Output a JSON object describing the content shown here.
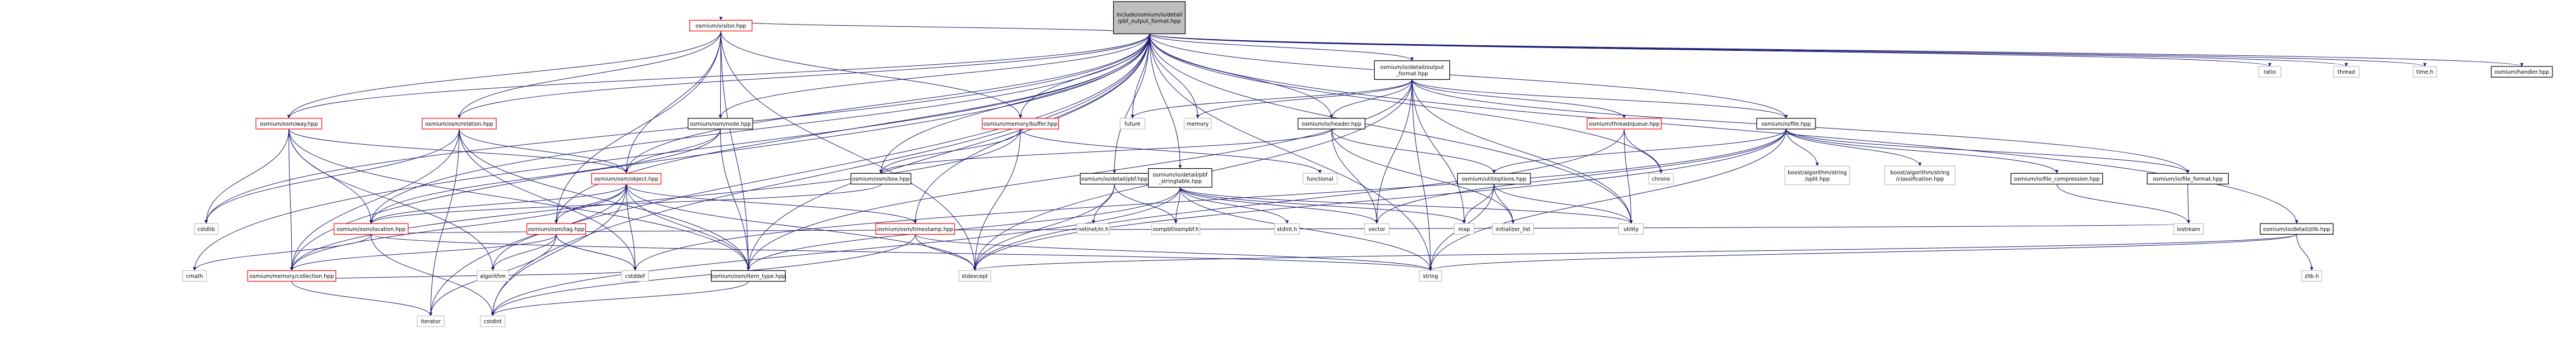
{
  "colors": {
    "edge": "#191970",
    "normal_border": "#000000",
    "incomplete_border": "#ff0000",
    "external_border": "#bfbfbf",
    "root_fill": "#bfbfbf",
    "text": "#000000"
  },
  "nodes": [
    {
      "id": "root",
      "label": [
        "include/osmium/io/detail",
        "/pbf_output_format.hpp"
      ],
      "kind": "root"
    },
    {
      "id": "visitor",
      "label": [
        "osmium/visitor.hpp"
      ],
      "kind": "incomplete"
    },
    {
      "id": "opl",
      "label": [
        "osmium/io/detail/output",
        "_format.hpp"
      ],
      "kind": "normal"
    },
    {
      "id": "ratio",
      "label": [
        "ratio"
      ],
      "kind": "external"
    },
    {
      "id": "thread",
      "label": [
        "thread"
      ],
      "kind": "external"
    },
    {
      "id": "timeh",
      "label": [
        "time.h"
      ],
      "kind": "external"
    },
    {
      "id": "handler",
      "label": [
        "osmium/handler.hpp"
      ],
      "kind": "normal"
    },
    {
      "id": "way",
      "label": [
        "osmium/osm/way.hpp"
      ],
      "kind": "incomplete"
    },
    {
      "id": "relation",
      "label": [
        "osmium/osm/relation.hpp"
      ],
      "kind": "incomplete"
    },
    {
      "id": "nodehpp",
      "label": [
        "osmium/osm/node.hpp"
      ],
      "kind": "normal"
    },
    {
      "id": "buffer",
      "label": [
        "osmium/memory/buffer.hpp"
      ],
      "kind": "incomplete"
    },
    {
      "id": "future",
      "label": [
        "future"
      ],
      "kind": "external"
    },
    {
      "id": "memory",
      "label": [
        "memory"
      ],
      "kind": "external"
    },
    {
      "id": "header",
      "label": [
        "osmium/io/header.hpp"
      ],
      "kind": "normal"
    },
    {
      "id": "queue",
      "label": [
        "osmium/thread/queue.hpp"
      ],
      "kind": "incomplete"
    },
    {
      "id": "filehpp",
      "label": [
        "osmium/io/file.hpp"
      ],
      "kind": "normal"
    },
    {
      "id": "object",
      "label": [
        "osmium/osm/object.hpp"
      ],
      "kind": "incomplete"
    },
    {
      "id": "box",
      "label": [
        "osmium/osm/box.hpp"
      ],
      "kind": "normal"
    },
    {
      "id": "pbfhpp",
      "label": [
        "osmium/io/detail/pbf.hpp"
      ],
      "kind": "normal"
    },
    {
      "id": "stringtable",
      "label": [
        "osmium/io/detail/pbf",
        "_stringtable.hpp"
      ],
      "kind": "normal"
    },
    {
      "id": "functional",
      "label": [
        "functional"
      ],
      "kind": "external"
    },
    {
      "id": "options",
      "label": [
        "osmium/util/options.hpp"
      ],
      "kind": "normal"
    },
    {
      "id": "chrono",
      "label": [
        "chrono"
      ],
      "kind": "external"
    },
    {
      "id": "splithpp",
      "label": [
        "boost/algorithm/string",
        "/split.hpp"
      ],
      "kind": "external"
    },
    {
      "id": "classification",
      "label": [
        "boost/algorithm/string",
        "/classification.hpp"
      ],
      "kind": "external"
    },
    {
      "id": "compression",
      "label": [
        "osmium/io/file_compression.hpp"
      ],
      "kind": "normal"
    },
    {
      "id": "fileformat",
      "label": [
        "osmium/io/file_format.hpp"
      ],
      "kind": "normal"
    },
    {
      "id": "location",
      "label": [
        "osmium/osm/location.hpp"
      ],
      "kind": "incomplete"
    },
    {
      "id": "taghpp",
      "label": [
        "osmium/osm/tag.hpp"
      ],
      "kind": "incomplete"
    },
    {
      "id": "timestamp",
      "label": [
        "osmium/osm/timestamp.hpp"
      ],
      "kind": "incomplete"
    },
    {
      "id": "netinet",
      "label": [
        "netinet/in.h"
      ],
      "kind": "external"
    },
    {
      "id": "osmpbf",
      "label": [
        "osmpbf/osmpbf.h"
      ],
      "kind": "external"
    },
    {
      "id": "stdint",
      "label": [
        "stdint.h"
      ],
      "kind": "external"
    },
    {
      "id": "vector",
      "label": [
        "vector"
      ],
      "kind": "external"
    },
    {
      "id": "map",
      "label": [
        "map"
      ],
      "kind": "external"
    },
    {
      "id": "initializer",
      "label": [
        "initializer_list"
      ],
      "kind": "external"
    },
    {
      "id": "utility",
      "label": [
        "utility"
      ],
      "kind": "external"
    },
    {
      "id": "iostream",
      "label": [
        "iostream"
      ],
      "kind": "external"
    },
    {
      "id": "zlib",
      "label": [
        "osmium/io/detail/zlib.hpp"
      ],
      "kind": "normal"
    },
    {
      "id": "cstdlib",
      "label": [
        "cstdlib"
      ],
      "kind": "external"
    },
    {
      "id": "collection",
      "label": [
        "osmium/memory/collection.hpp"
      ],
      "kind": "incomplete"
    },
    {
      "id": "algorithm",
      "label": [
        "algorithm"
      ],
      "kind": "external"
    },
    {
      "id": "cstddef",
      "label": [
        "cstddef"
      ],
      "kind": "external"
    },
    {
      "id": "itemtype",
      "label": [
        "osmium/osm/item_type.hpp"
      ],
      "kind": "normal"
    },
    {
      "id": "stdexcept",
      "label": [
        "stdexcept"
      ],
      "kind": "external"
    },
    {
      "id": "stringh",
      "label": [
        "string"
      ],
      "kind": "external"
    },
    {
      "id": "cmath",
      "label": [
        "cmath"
      ],
      "kind": "external"
    },
    {
      "id": "zlibh",
      "label": [
        "zlib.h"
      ],
      "kind": "external"
    },
    {
      "id": "iterator",
      "label": [
        "iterator"
      ],
      "kind": "external"
    },
    {
      "id": "cstdint",
      "label": [
        "cstdint"
      ],
      "kind": "external"
    }
  ],
  "edges": [
    [
      "root",
      "visitor"
    ],
    [
      "root",
      "opl"
    ],
    [
      "root",
      "ratio"
    ],
    [
      "root",
      "thread"
    ],
    [
      "root",
      "timeh"
    ],
    [
      "root",
      "handler"
    ],
    [
      "root",
      "way"
    ],
    [
      "root",
      "relation"
    ],
    [
      "root",
      "nodehpp"
    ],
    [
      "root",
      "buffer"
    ],
    [
      "root",
      "future"
    ],
    [
      "root",
      "memory"
    ],
    [
      "root",
      "header"
    ],
    [
      "root",
      "filehpp"
    ],
    [
      "root",
      "object"
    ],
    [
      "root",
      "box"
    ],
    [
      "root",
      "pbfhpp"
    ],
    [
      "root",
      "stringtable"
    ],
    [
      "root",
      "timestamp"
    ],
    [
      "root",
      "location"
    ],
    [
      "root",
      "taghpp"
    ],
    [
      "root",
      "collection"
    ],
    [
      "root",
      "itemtype"
    ],
    [
      "root",
      "cstdlib"
    ],
    [
      "root",
      "cmath"
    ],
    [
      "root",
      "iterator"
    ],
    [
      "root",
      "cstdint"
    ],
    [
      "root",
      "zlib"
    ],
    [
      "root",
      "stringh"
    ],
    [
      "root",
      "utility"
    ],
    [
      "root",
      "chrono"
    ],
    [
      "visitor",
      "way"
    ],
    [
      "visitor",
      "relation"
    ],
    [
      "visitor",
      "nodehpp"
    ],
    [
      "visitor",
      "buffer"
    ],
    [
      "visitor",
      "object"
    ],
    [
      "visitor",
      "taghpp"
    ],
    [
      "visitor",
      "itemtype"
    ],
    [
      "visitor",
      "stdexcept"
    ],
    [
      "opl",
      "future"
    ],
    [
      "opl",
      "memory"
    ],
    [
      "opl",
      "header"
    ],
    [
      "opl",
      "queue"
    ],
    [
      "opl",
      "filehpp"
    ],
    [
      "opl",
      "fileformat"
    ],
    [
      "opl",
      "stringh"
    ],
    [
      "opl",
      "utility"
    ],
    [
      "opl",
      "vector"
    ],
    [
      "opl",
      "map"
    ],
    [
      "opl",
      "itemtype"
    ],
    [
      "opl",
      "stdexcept"
    ],
    [
      "way",
      "object"
    ],
    [
      "way",
      "location"
    ],
    [
      "way",
      "collection"
    ],
    [
      "way",
      "cstdlib"
    ],
    [
      "way",
      "itemtype"
    ],
    [
      "way",
      "algorithm"
    ],
    [
      "relation",
      "object"
    ],
    [
      "relation",
      "collection"
    ],
    [
      "relation",
      "cstdlib"
    ],
    [
      "relation",
      "itemtype"
    ],
    [
      "relation",
      "cstddef"
    ],
    [
      "relation",
      "iterator"
    ],
    [
      "nodehpp",
      "object"
    ],
    [
      "nodehpp",
      "location"
    ],
    [
      "nodehpp",
      "itemtype"
    ],
    [
      "buffer",
      "box"
    ],
    [
      "buffer",
      "functional"
    ],
    [
      "buffer",
      "stdexcept"
    ],
    [
      "buffer",
      "collection"
    ],
    [
      "header",
      "options"
    ],
    [
      "header",
      "box"
    ],
    [
      "header",
      "vector"
    ],
    [
      "header",
      "initializer"
    ],
    [
      "queue",
      "chrono"
    ],
    [
      "queue",
      "utility"
    ],
    [
      "queue",
      "stdexcept"
    ],
    [
      "filehpp",
      "options"
    ],
    [
      "filehpp",
      "compression"
    ],
    [
      "filehpp",
      "fileformat"
    ],
    [
      "filehpp",
      "splithpp"
    ],
    [
      "filehpp",
      "classification"
    ],
    [
      "filehpp",
      "stringh"
    ],
    [
      "filehpp",
      "vector"
    ],
    [
      "filehpp",
      "cstddef"
    ],
    [
      "filehpp",
      "stdexcept"
    ],
    [
      "object",
      "location"
    ],
    [
      "object",
      "taghpp"
    ],
    [
      "object",
      "timestamp"
    ],
    [
      "object",
      "itemtype"
    ],
    [
      "object",
      "collection"
    ],
    [
      "object",
      "algorithm"
    ],
    [
      "object",
      "cstddef"
    ],
    [
      "object",
      "cstdint"
    ],
    [
      "object",
      "stdexcept"
    ],
    [
      "box",
      "location"
    ],
    [
      "pbfhpp",
      "netinet"
    ],
    [
      "pbfhpp",
      "osmpbf"
    ],
    [
      "pbfhpp",
      "stdexcept"
    ],
    [
      "stringtable",
      "osmpbf"
    ],
    [
      "stringtable",
      "stdint"
    ],
    [
      "stringtable",
      "vector"
    ],
    [
      "stringtable",
      "map"
    ],
    [
      "stringtable",
      "utility"
    ],
    [
      "stringtable",
      "stringh"
    ],
    [
      "stringtable",
      "cstdint"
    ],
    [
      "stringtable",
      "itemtype"
    ],
    [
      "options",
      "map"
    ],
    [
      "options",
      "initializer"
    ],
    [
      "options",
      "utility"
    ],
    [
      "options",
      "stringh"
    ],
    [
      "compression",
      "iostream"
    ],
    [
      "fileformat",
      "iostream"
    ],
    [
      "location",
      "cmath"
    ],
    [
      "location",
      "cstdint"
    ],
    [
      "location",
      "iostream"
    ],
    [
      "location",
      "stringh"
    ],
    [
      "taghpp",
      "collection"
    ],
    [
      "taghpp",
      "cstddef"
    ],
    [
      "taghpp",
      "algorithm"
    ],
    [
      "taghpp",
      "iterator"
    ],
    [
      "taghpp",
      "cstring"
    ],
    [
      "timestamp",
      "cstdint"
    ],
    [
      "timestamp",
      "stdexcept"
    ],
    [
      "timestamp",
      "stringh"
    ],
    [
      "collection",
      "iterator"
    ],
    [
      "collection",
      "cstddef"
    ],
    [
      "itemtype",
      "cstdint"
    ],
    [
      "zlib",
      "zlibh"
    ],
    [
      "zlib",
      "stdexcept"
    ],
    [
      "zlib",
      "stringh"
    ]
  ]
}
